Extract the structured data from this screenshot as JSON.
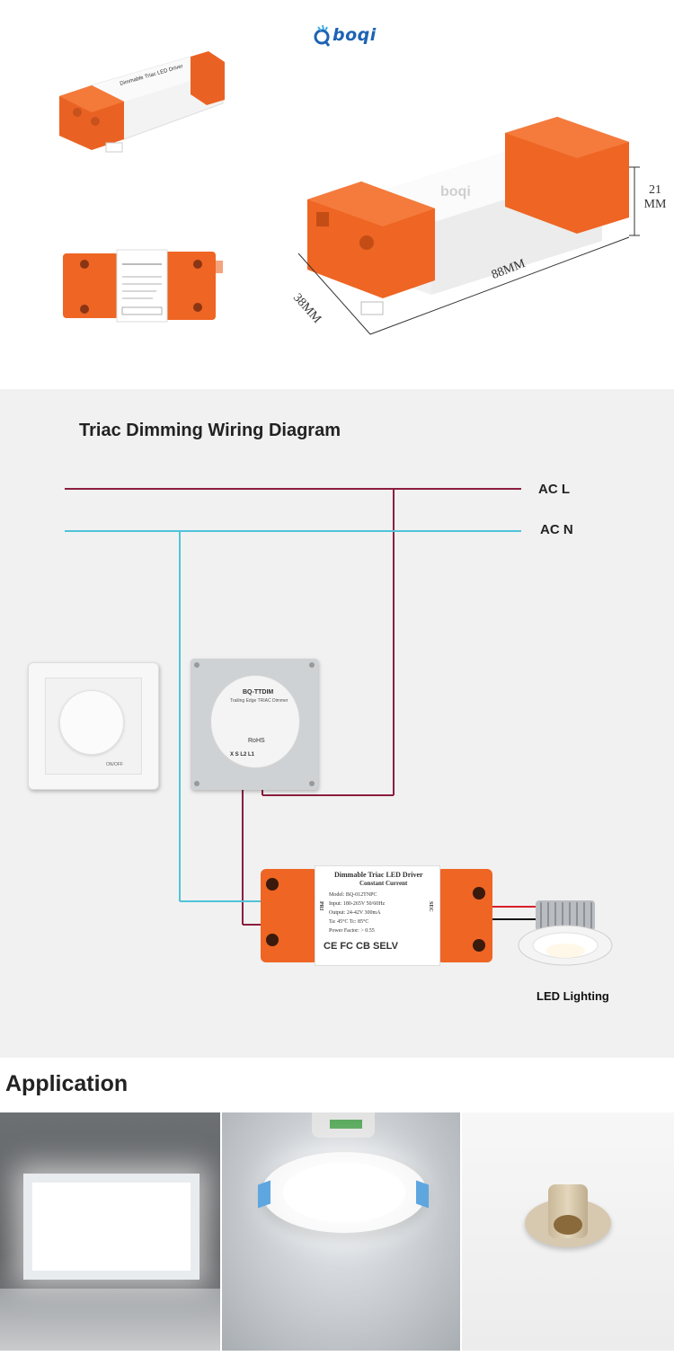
{
  "brand": {
    "logo_text": "boqi"
  },
  "product": {
    "driver_label_small": "Dimmable Triac LED Driver",
    "driver_label_main": "Dimmable Triac LED Driver",
    "driver_current": "Constant Current",
    "driver_model": "Model: BQ-012TNPC",
    "driver_input": "Input: 180-265V 50/60Hz",
    "driver_output": "Output: 24-42V 300mA",
    "driver_temp": "Ta: 45°C Tc: 85°C",
    "driver_pf": "Power Factor: > 0.55",
    "pri": "PRI",
    "sec": "SEC",
    "cert_marks": "CE FC CB SELV",
    "dimensions": {
      "height_line1": "21",
      "height_line2": "MM",
      "width": "38MM",
      "length": "88MM"
    }
  },
  "diagram": {
    "title": "Triac Dimming Wiring Diagram",
    "ac_l": "AC L",
    "ac_n": "AC N",
    "dimmer_model": "BQ-TTDIM",
    "dimmer_subtitle": "Trailing Edge TRIAC Dimmer",
    "dimmer_rohs": "RoHS",
    "dimmer_terminals": "X  S  L2  L1",
    "dimmer_front_label": "ON/OFF",
    "led_label": "LED Lighting",
    "colors": {
      "live_wire": "#8b1e3f",
      "neutral_wire": "#4fc3d9",
      "driver_orange": "#f26722"
    }
  },
  "application": {
    "title": "Application"
  }
}
